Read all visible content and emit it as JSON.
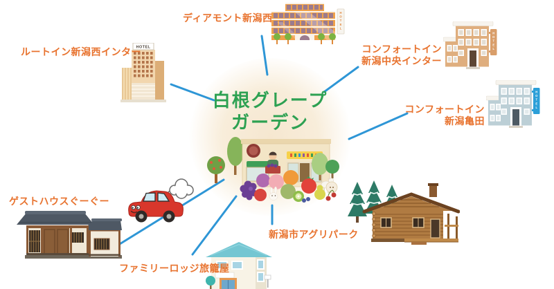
{
  "diagram": {
    "title": {
      "line1": "白根グレープ",
      "line2": "ガーデン"
    },
    "locations": {
      "diamont": {
        "label": "ディアモント新潟西"
      },
      "routeinn": {
        "label": "ルートイン新潟西インター"
      },
      "comfort_chuo": {
        "line1": "コンフォートイン",
        "line2": "新潟中央インター"
      },
      "comfort_kameda": {
        "line1": "コンフォートイン",
        "line2": "新潟亀田"
      },
      "guesthouse": {
        "label": "ゲストハウスぐーぐー"
      },
      "hatagoya": {
        "label": "ファミリーロッジ旅籠屋"
      },
      "agripark": {
        "label": "新潟市アグリパーク"
      }
    },
    "signs": {
      "hotel": "HOTEL"
    },
    "colors": {
      "label_orange": "#e8732f",
      "center_green": "#2da152",
      "line_blue": "#2e96d6"
    }
  }
}
